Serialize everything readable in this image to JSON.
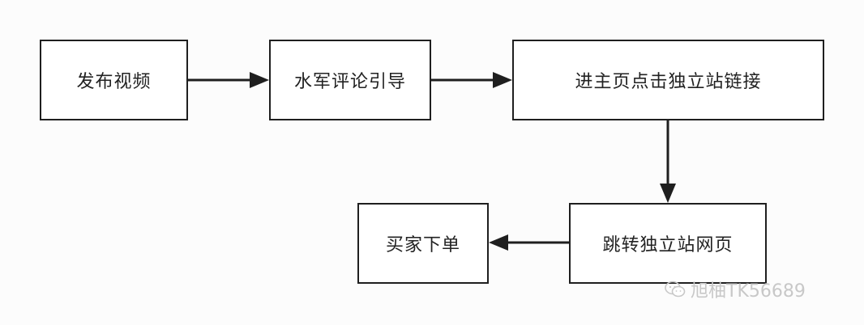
{
  "nodes": {
    "publish": "发布视频",
    "guide": "水军评论引导",
    "homepage": "进主页点击独立站链接",
    "jump": "跳转独立站网页",
    "order": "买家下单"
  },
  "watermark": {
    "icon": "wechat-icon",
    "text": "旭柚TK56689"
  },
  "colors": {
    "stroke": "#1f1f1f",
    "text": "#222222",
    "watermark": "#c8c8c8"
  }
}
